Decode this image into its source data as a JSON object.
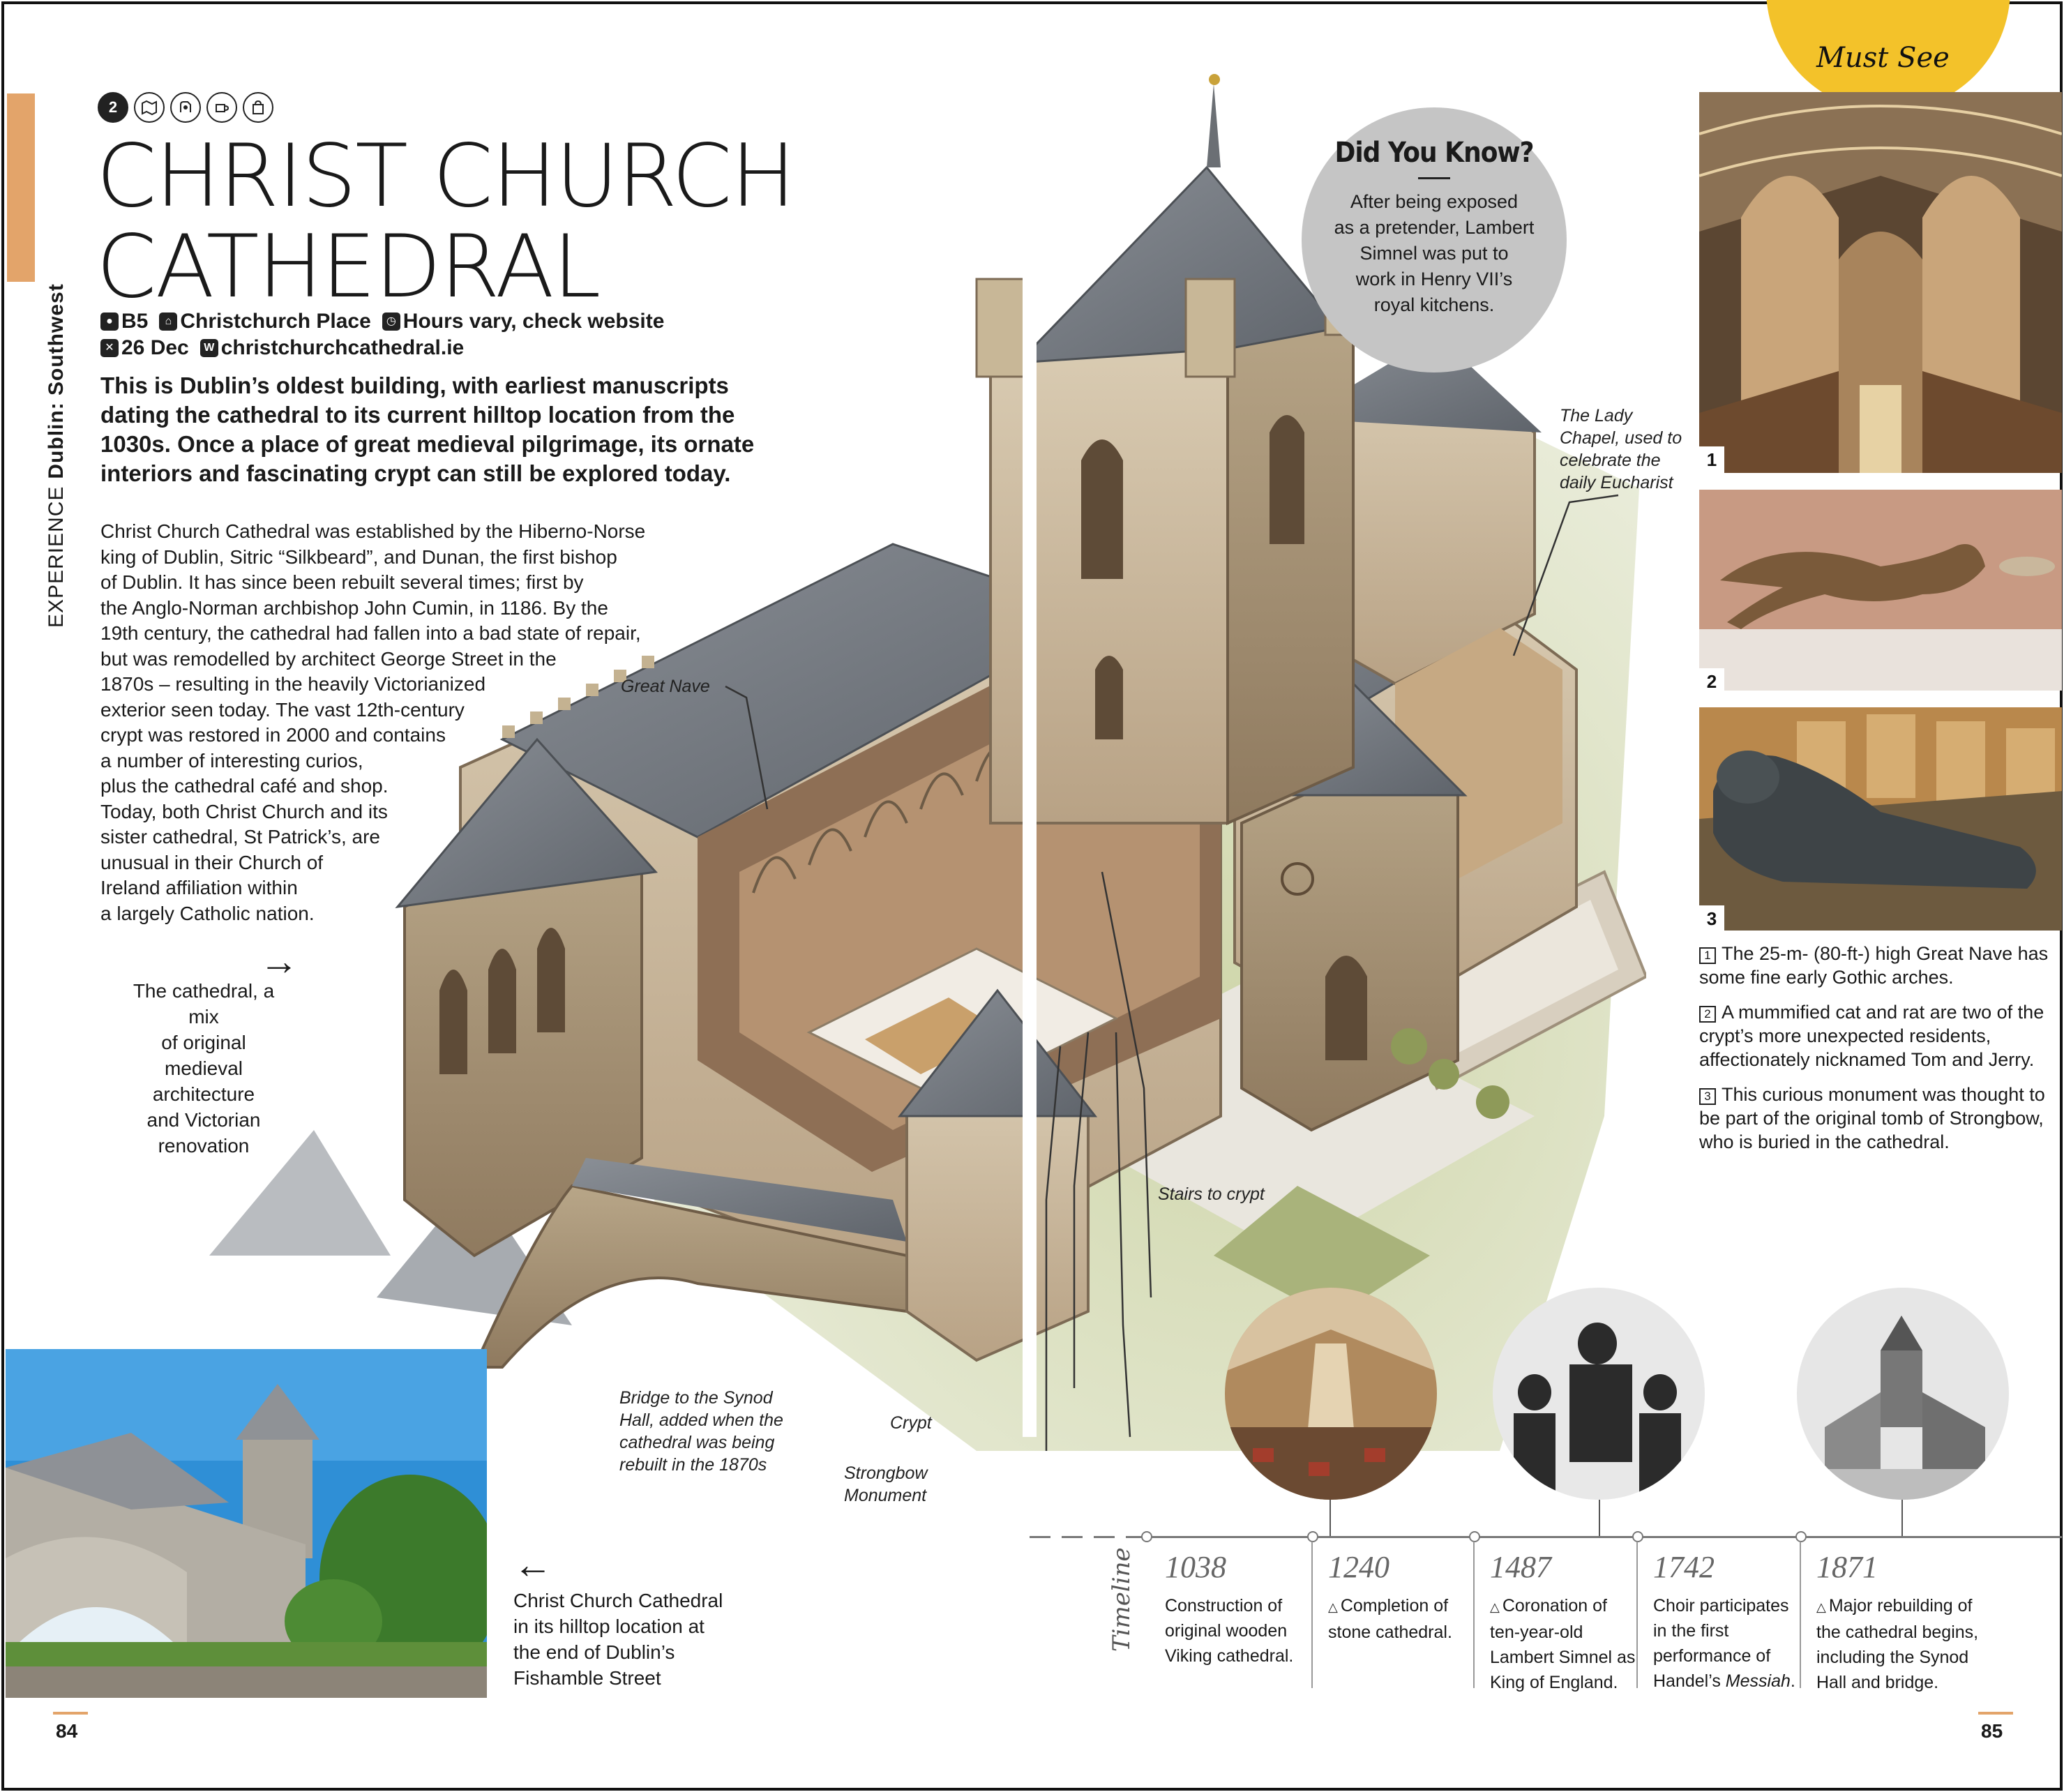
{
  "side_label": {
    "section": "EXPERIENCE",
    "area": "Dublin: Southwest"
  },
  "icons": {
    "number": "2",
    "names": [
      "map-icon",
      "tour-icon",
      "cafe-icon",
      "shop-icon"
    ]
  },
  "title": {
    "line1": "CHRIST CHURCH",
    "line2": "CATHEDRAL"
  },
  "info": {
    "grid_ref": "B5",
    "address": "Christchurch Place",
    "hours": "Hours vary, check website",
    "closed": "26 Dec",
    "website": "christchurchcathedral.ie"
  },
  "intro": "This is Dublin’s oldest building, with earliest manuscripts dating the cathedral to its current hilltop location from the 1030s. Once a place of great medieval pilgrimage, its ornate interiors and fascinating crypt can still be explored today.",
  "body_lines": [
    "Christ Church Cathedral was established by the Hiberno-Norse",
    "king of Dublin, Sitric “Silkbeard”, and Dunan, the first bishop",
    "of Dublin. It has since been rebuilt several times; first by",
    "the Anglo-Norman archbishop John Cumin, in 1186. By the",
    "19th century, the cathedral had fallen into a bad state of repair,",
    "but was remodelled by architect George Street in the",
    "1870s – resulting in the heavily Victorianized",
    "exterior seen today. The vast 12th-century",
    "crypt was restored in 2000 and contains",
    "a number of interesting curios,",
    "plus the cathedral café and shop.",
    "Today, both Christ Church and its",
    "sister cathedral, St Patrick’s, are",
    "unusual in their Church of",
    "Ireland affiliation within",
    "a largely Catholic nation."
  ],
  "captions": {
    "mix": [
      "The cathedral, a mix",
      "of original medieval",
      "architecture",
      "and Victorian",
      "renovation"
    ],
    "photo": [
      "Christ Church Cathedral",
      "in its hilltop location at",
      "the end of Dublin’s",
      "Fishamble Street"
    ]
  },
  "labels": {
    "great_nave": "Great Nave",
    "lady_chapel": [
      "The Lady",
      "Chapel, used to",
      "celebrate the",
      "daily Eucharist"
    ],
    "stairs": "Stairs to crypt",
    "bridge": [
      "Bridge to the Synod",
      "Hall, added when the",
      "cathedral was being",
      "rebuilt in the 1870s"
    ],
    "crypt": "Crypt",
    "strongbow": [
      "Strongbow",
      "Monument"
    ]
  },
  "did_you_know": {
    "title": "Did You Know?",
    "lines": [
      "After being exposed",
      "as a pretender, Lambert",
      "Simnel was put to",
      "work in Henry VII’s",
      "royal kitchens."
    ]
  },
  "must_see": "Must See",
  "photo_numbers": [
    "1",
    "2",
    "3"
  ],
  "photo_notes": [
    {
      "num": "1",
      "text": "The 25-m- (80-ft-) high Great Nave has some fine early Gothic arches."
    },
    {
      "num": "2",
      "text": "A mummified cat and rat are two of the crypt’s more unexpected residents, affectionately nicknamed Tom and Jerry."
    },
    {
      "num": "3",
      "text": "This curious monument was thought to be part of the original tomb of Strongbow, who is buried in the cathedral."
    }
  ],
  "timeline": {
    "label": "Timeline",
    "entries": [
      {
        "year": "1038",
        "lines": [
          "Construction of",
          "original wooden",
          "Viking cathedral."
        ],
        "marker": false
      },
      {
        "year": "1240",
        "lines": [
          "Completion of",
          "stone cathedral."
        ],
        "marker": true
      },
      {
        "year": "1487",
        "lines": [
          "Coronation of",
          "ten-year-old",
          "Lambert Simnel as",
          "King of England."
        ],
        "marker": true
      },
      {
        "year": "1742",
        "lines": [
          "Choir participates",
          "in the first",
          "performance of",
          "Handel’s Messiah."
        ],
        "marker": false
      },
      {
        "year": "1871",
        "lines": [
          "Major rebuilding of",
          "the cathedral begins,",
          "including the Synod",
          "Hall and bridge."
        ],
        "marker": true
      }
    ]
  },
  "page_numbers": {
    "left": "84",
    "right": "85"
  }
}
